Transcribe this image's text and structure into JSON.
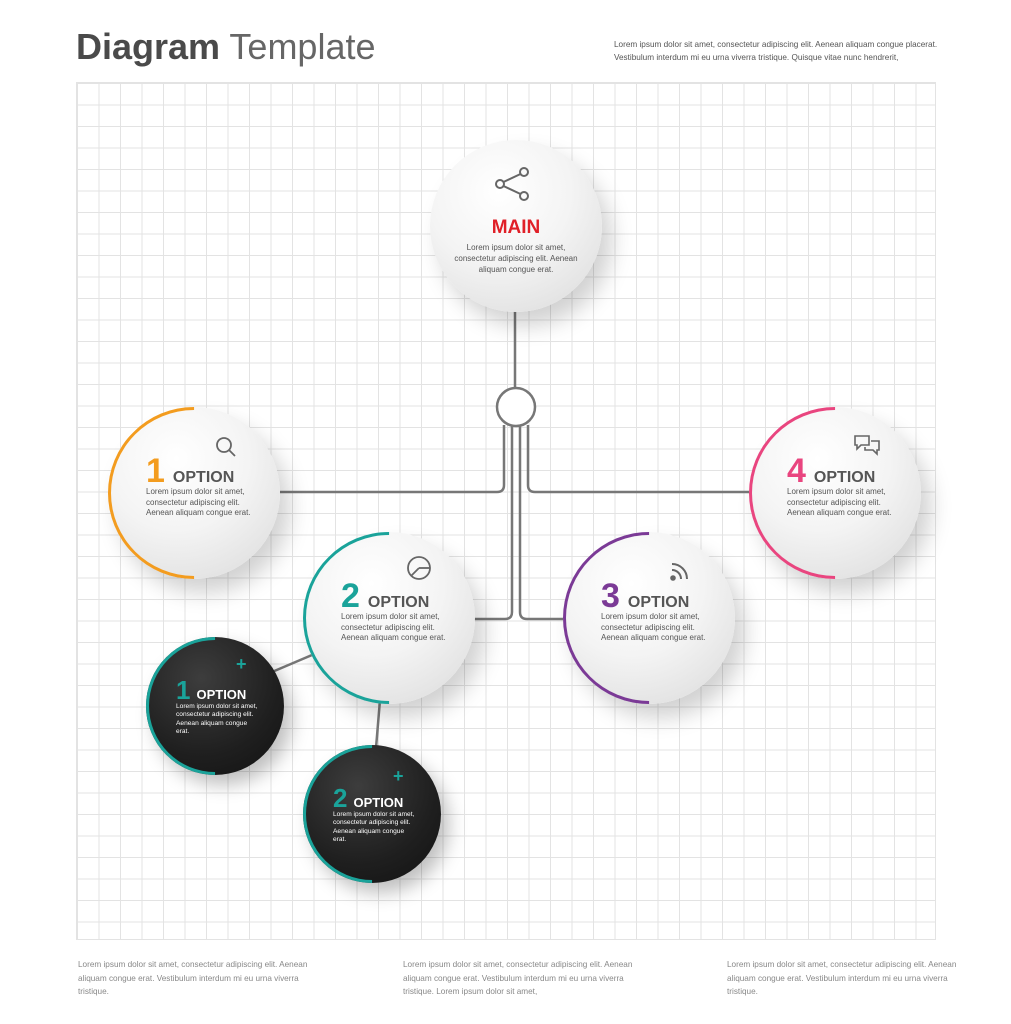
{
  "header": {
    "title_bold": "Diagram",
    "title_light": "Template",
    "description": "Lorem ipsum dolor sit amet, consectetur adipiscing elit. Aenean aliquam congue placerat. Vestibulum interdum mi eu urna viverra tristique. Quisque vitae nunc hendrerit,"
  },
  "colors": {
    "orange": "#f39c1f",
    "teal": "#1aa39a",
    "purple": "#7b3a96",
    "pink": "#e9457f",
    "red": "#e02028",
    "gray_bar": "#666666",
    "connector": "#777777"
  },
  "main": {
    "label": "MAIN",
    "text": "Lorem ipsum dolor sit amet, consectetur adipiscing elit. Aenean aliquam congue erat.",
    "icon": "share-icon"
  },
  "options": [
    {
      "number": "1",
      "label": "OPTION",
      "text": "Lorem ipsum dolor sit amet, consectetur adipiscing elit. Aenean aliquam congue erat.",
      "icon": "search-icon"
    },
    {
      "number": "2",
      "label": "OPTION",
      "text": "Lorem ipsum dolor sit amet, consectetur adipiscing elit. Aenean aliquam congue erat.",
      "icon": "pie-chart-icon"
    },
    {
      "number": "3",
      "label": "OPTION",
      "text": "Lorem ipsum dolor sit amet, consectetur adipiscing elit. Aenean aliquam congue erat.",
      "icon": "wifi-icon"
    },
    {
      "number": "4",
      "label": "OPTION",
      "text": "Lorem ipsum dolor sit amet, consectetur adipiscing elit. Aenean aliquam congue erat.",
      "icon": "chat-bubbles-icon"
    }
  ],
  "sub_options": [
    {
      "number": "1",
      "label": "OPTION",
      "text": "Lorem ipsum dolor sit amet, consectetur adipiscing elit. Aenean aliquam congue erat.",
      "icon": "plus-icon"
    },
    {
      "number": "2",
      "label": "OPTION",
      "text": "Lorem ipsum dolor sit amet, consectetur adipiscing elit. Aenean aliquam congue erat.",
      "icon": "plus-icon"
    }
  ],
  "footer": [
    "Lorem ipsum dolor sit amet, consectetur adipiscing elit. Aenean aliquam congue erat. Vestibulum interdum mi eu urna viverra tristique.",
    "Lorem ipsum dolor sit amet, consectetur adipiscing elit. Aenean aliquam congue erat. Vestibulum interdum mi eu urna viverra tristique. Lorem ipsum dolor sit amet,",
    "Lorem ipsum dolor sit amet, consectetur adipiscing elit. Aenean aliquam congue erat. Vestibulum interdum mi eu urna viverra tristique."
  ]
}
